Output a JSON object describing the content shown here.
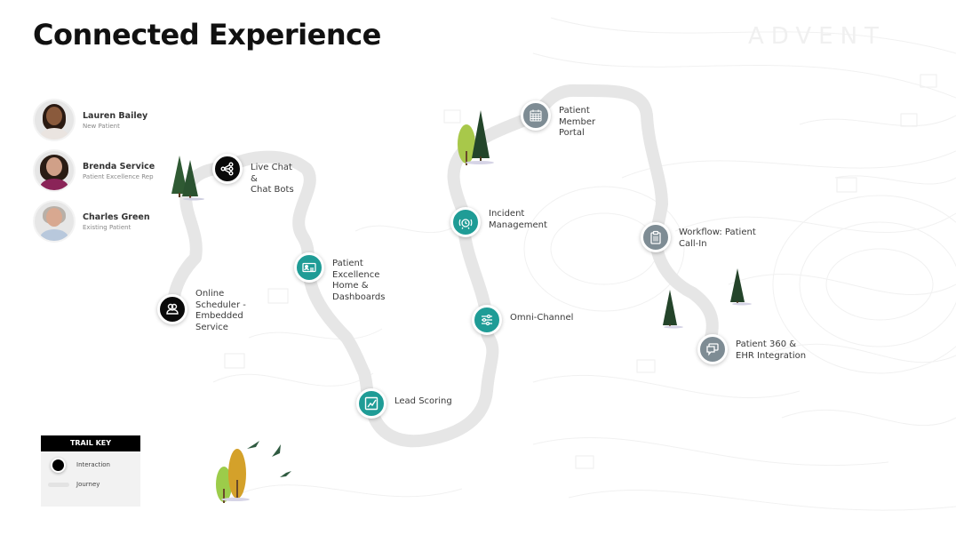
{
  "title": "Connected Experience",
  "watermark": "ADVENT",
  "colors": {
    "teal": "#1f9c96",
    "slate": "#7e8c94",
    "black": "#0a0a0a",
    "trail": "#e6e6e6"
  },
  "personas": [
    {
      "name": "Lauren Bailey",
      "role": "New Patient"
    },
    {
      "name": "Brenda Service",
      "role": "Patient Excellence Rep"
    },
    {
      "name": "Charles Green",
      "role": "Existing Patient"
    }
  ],
  "nodes": [
    {
      "label": "Online\nScheduler -\nEmbedded\nService",
      "icon": "people-group-icon",
      "style": "black"
    },
    {
      "label": "Live Chat\n&\nChat Bots",
      "icon": "share-network-icon",
      "style": "black"
    },
    {
      "label": "Patient\nExcellence\nHome &\nDashboards",
      "icon": "id-card-icon",
      "style": "teal"
    },
    {
      "label": "Lead Scoring",
      "icon": "chart-trend-icon",
      "style": "teal"
    },
    {
      "label": "Omni-Channel",
      "icon": "sliders-icon",
      "style": "teal"
    },
    {
      "label": "Incident\nManagement",
      "icon": "alarm-clock-icon",
      "style": "teal"
    },
    {
      "label": "Patient\nMember\nPortal",
      "icon": "calendar-icon",
      "style": "slate"
    },
    {
      "label": "Workflow: Patient\nCall-In",
      "icon": "clipboard-icon",
      "style": "slate"
    },
    {
      "label": "Patient 360 &\nEHR Integration",
      "icon": "chat-bubbles-icon",
      "style": "slate"
    }
  ],
  "trail_key": {
    "header": "TRAIL KEY",
    "interaction": "Interaction",
    "journey": "Journey"
  }
}
